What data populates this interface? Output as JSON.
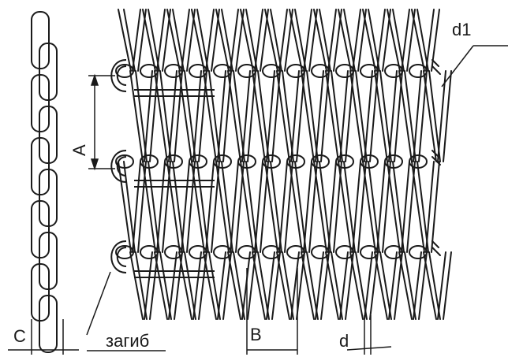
{
  "diagram": {
    "labels": {
      "A": "A",
      "B": "B",
      "C": "C",
      "d": "d",
      "d1": "d1",
      "bend": "загиб"
    },
    "colors": {
      "line": "#1a1a1a",
      "background": "#ffffff"
    }
  }
}
